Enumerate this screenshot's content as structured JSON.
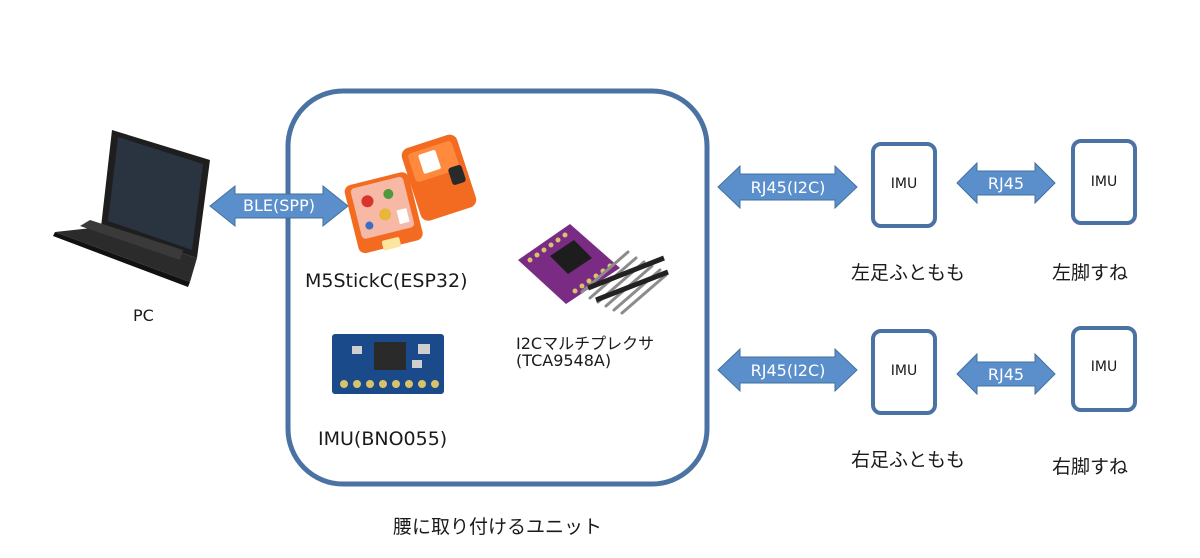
{
  "pc": {
    "label": "PC"
  },
  "link_pc": {
    "label": "BLE(SPP)"
  },
  "waist_unit": {
    "caption": "腰に取り付けるユニット",
    "controller_label": "M5StickC(ESP32)",
    "imu_label": "IMU(BNO055)",
    "mux_label_line1": "I2Cマルチプレクサ",
    "mux_label_line2": "(TCA9548A)"
  },
  "chain_top": {
    "link1": "RJ45(I2C)",
    "imu1": "IMU",
    "imu1_caption": "左足ふともも",
    "link2": "RJ45",
    "imu2": "IMU",
    "imu2_caption": "左脚すね"
  },
  "chain_bottom": {
    "link1": "RJ45(I2C)",
    "imu1": "IMU",
    "imu1_caption": "右足ふともも",
    "link2": "RJ45",
    "imu2": "IMU",
    "imu2_caption": "右脚すね"
  },
  "colors": {
    "frame": "#4a72a2",
    "arrow_fill": "#5b8fcc",
    "arrow_stroke": "#41719c",
    "m5_orange": "#f26b21",
    "mux_purple": "#7a2b84",
    "imu_board": "#1b4a8a"
  }
}
